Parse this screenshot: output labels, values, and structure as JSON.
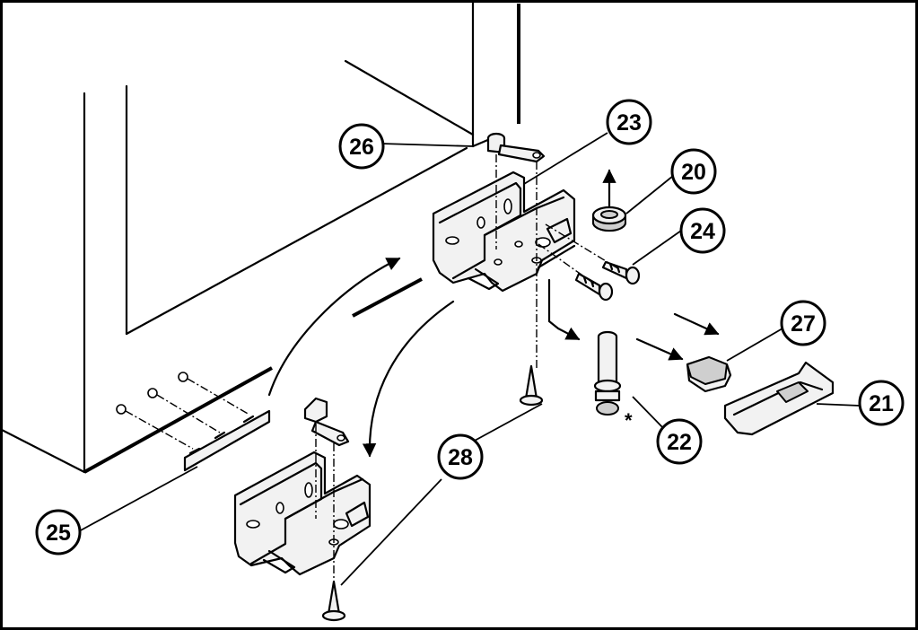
{
  "callouts": {
    "c20": "20",
    "c21": "21",
    "c22": "22",
    "c23": "23",
    "c24": "24",
    "c25": "25",
    "c26": "26",
    "c27": "27",
    "c28": "28"
  },
  "marks": {
    "asterisk": "*"
  }
}
